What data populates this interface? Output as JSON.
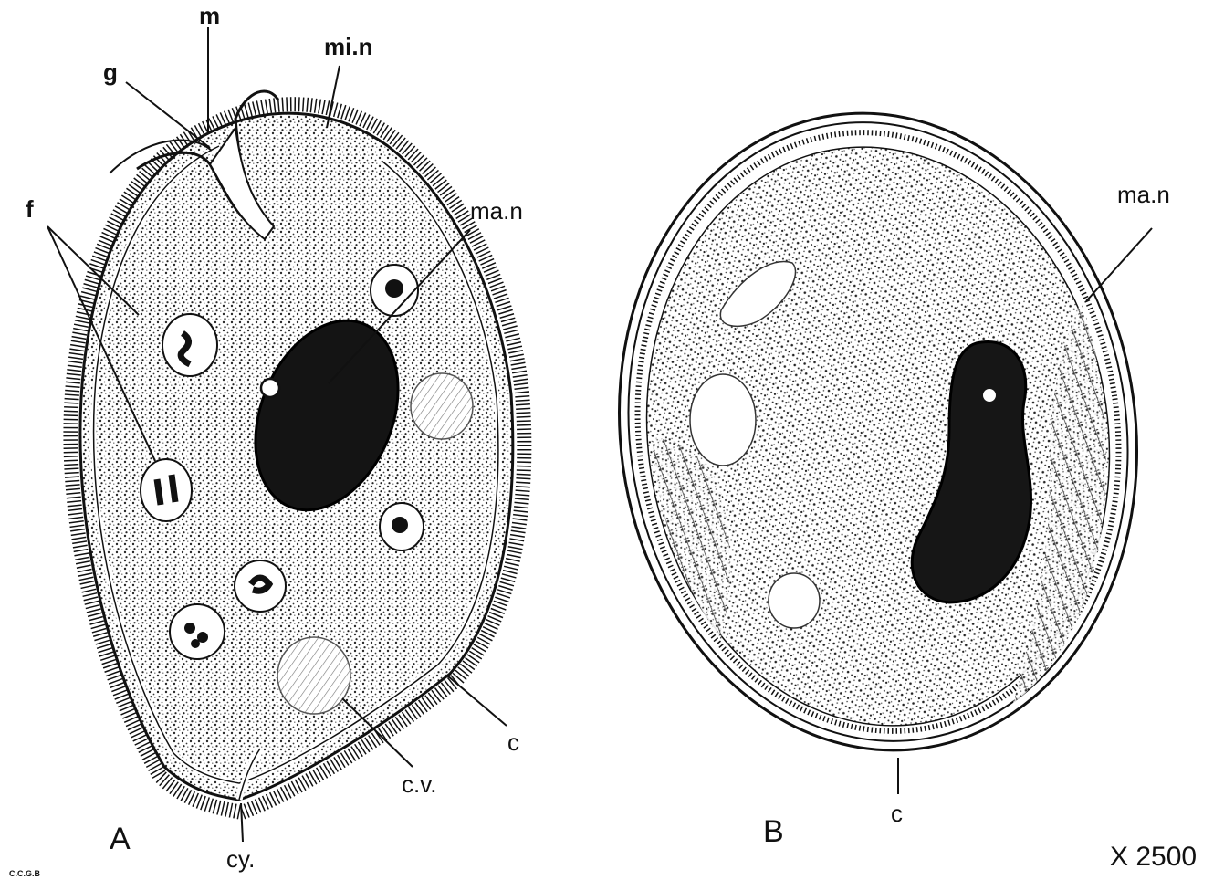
{
  "figure": {
    "magnification": "X 2500",
    "artist_initials": "C.C.G.B",
    "panel_a": {
      "letter": "A",
      "labels": {
        "m": "m",
        "g": "g",
        "mi_n": "mi.n",
        "f": "f",
        "ma_n": "ma.n",
        "c": "c",
        "c_v": "c.v.",
        "cy": "cy."
      }
    },
    "panel_b": {
      "letter": "B",
      "labels": {
        "ma_n": "ma.n",
        "c": "c"
      }
    }
  },
  "colors": {
    "ink": "#111111",
    "paper": "#ffffff",
    "stipple": "#3a3a3a",
    "nucleus": "#141414"
  }
}
